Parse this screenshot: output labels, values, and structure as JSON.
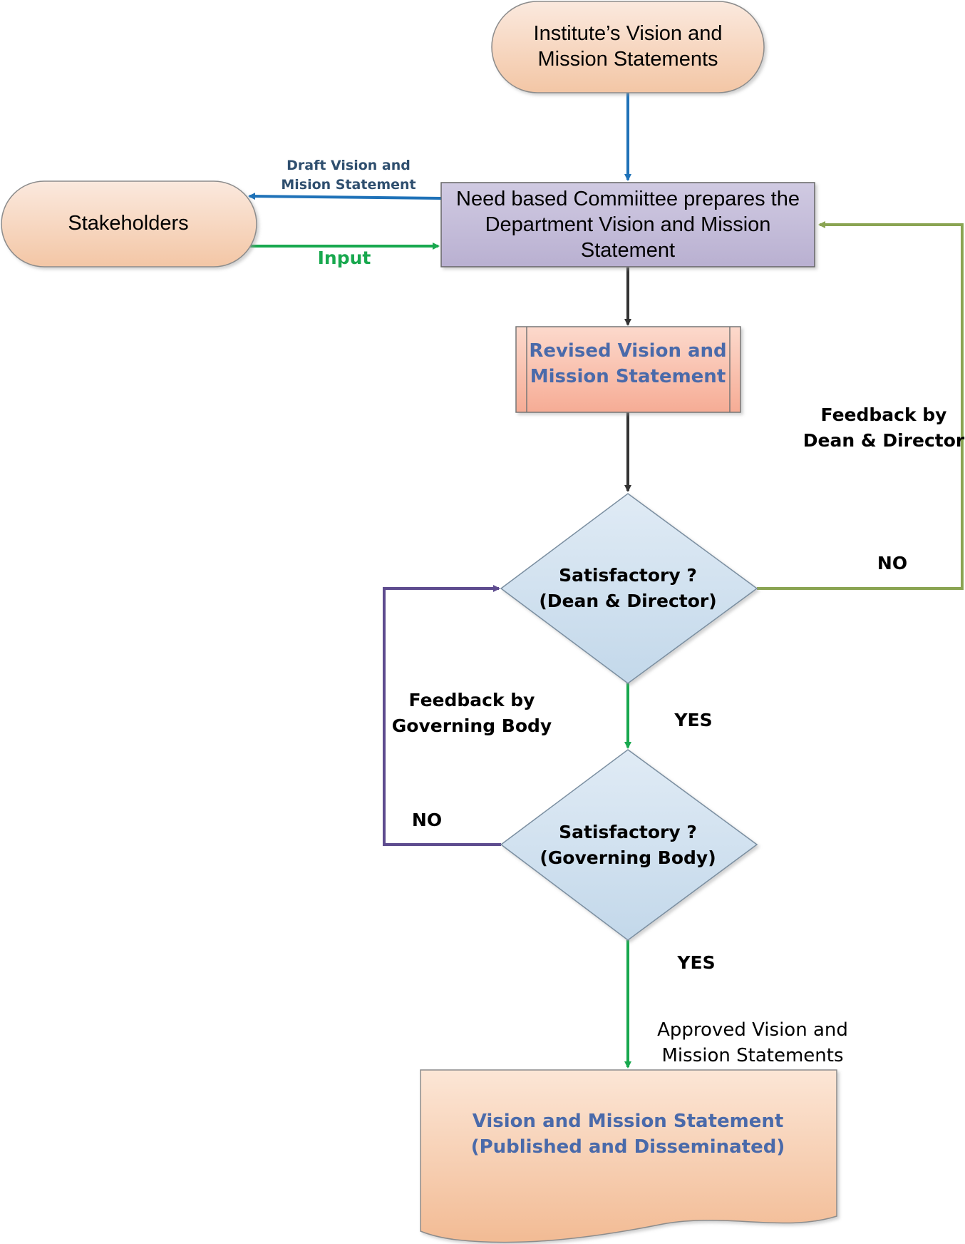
{
  "colors": {
    "terminal_fill_top": "#fbe6d9",
    "terminal_fill_bottom": "#f4c9a8",
    "process_fill": "#c4bdd8",
    "revised_fill": "#f7b6a3",
    "decision_fill": "#cfe0ee",
    "document_fill": "#f5c7a4",
    "blue_arrow": "#1f72b8",
    "green_arrow": "#18a84e",
    "dark_arrow": "#333333",
    "olive_arrow": "#8aa452",
    "purple_arrow": "#5e4c8f",
    "blue_text": "#4a6aaa",
    "steel_text": "#2f4f6f",
    "green_text": "#18a84e"
  },
  "nodes": {
    "institute": {
      "line1": "Institute’s Vision and",
      "line2": "Mission Statements"
    },
    "stakeholders": {
      "label": "Stakeholders"
    },
    "committee": {
      "line1": "Need based Commiittee prepares the",
      "line2": "Department Vision and Mission",
      "line3": "Statement"
    },
    "revised": {
      "line1": "Revised Vision and",
      "line2": "Mission Statement"
    },
    "decision_dean": {
      "line1": "Satisfactory ?",
      "line2": "(Dean & Director)"
    },
    "decision_gov": {
      "line1": "Satisfactory ?",
      "line2": "(Governing Body)"
    },
    "published": {
      "line1": "Vision and Mission Statement",
      "line2": "(Published and Disseminated)"
    }
  },
  "edges": {
    "draft": {
      "line1": "Draft Vision and",
      "line2": "Mision Statement"
    },
    "input": "Input",
    "feedback_dean": {
      "line1": "Feedback by",
      "line2": "Dean & Director"
    },
    "no_dean": "NO",
    "yes_dean": "YES",
    "feedback_gov": {
      "line1": "Feedback by",
      "line2": "Governing Body"
    },
    "no_gov": "NO",
    "yes_gov": "YES",
    "approved": {
      "line1": "Approved Vision and",
      "line2": "Mission Statements"
    }
  }
}
